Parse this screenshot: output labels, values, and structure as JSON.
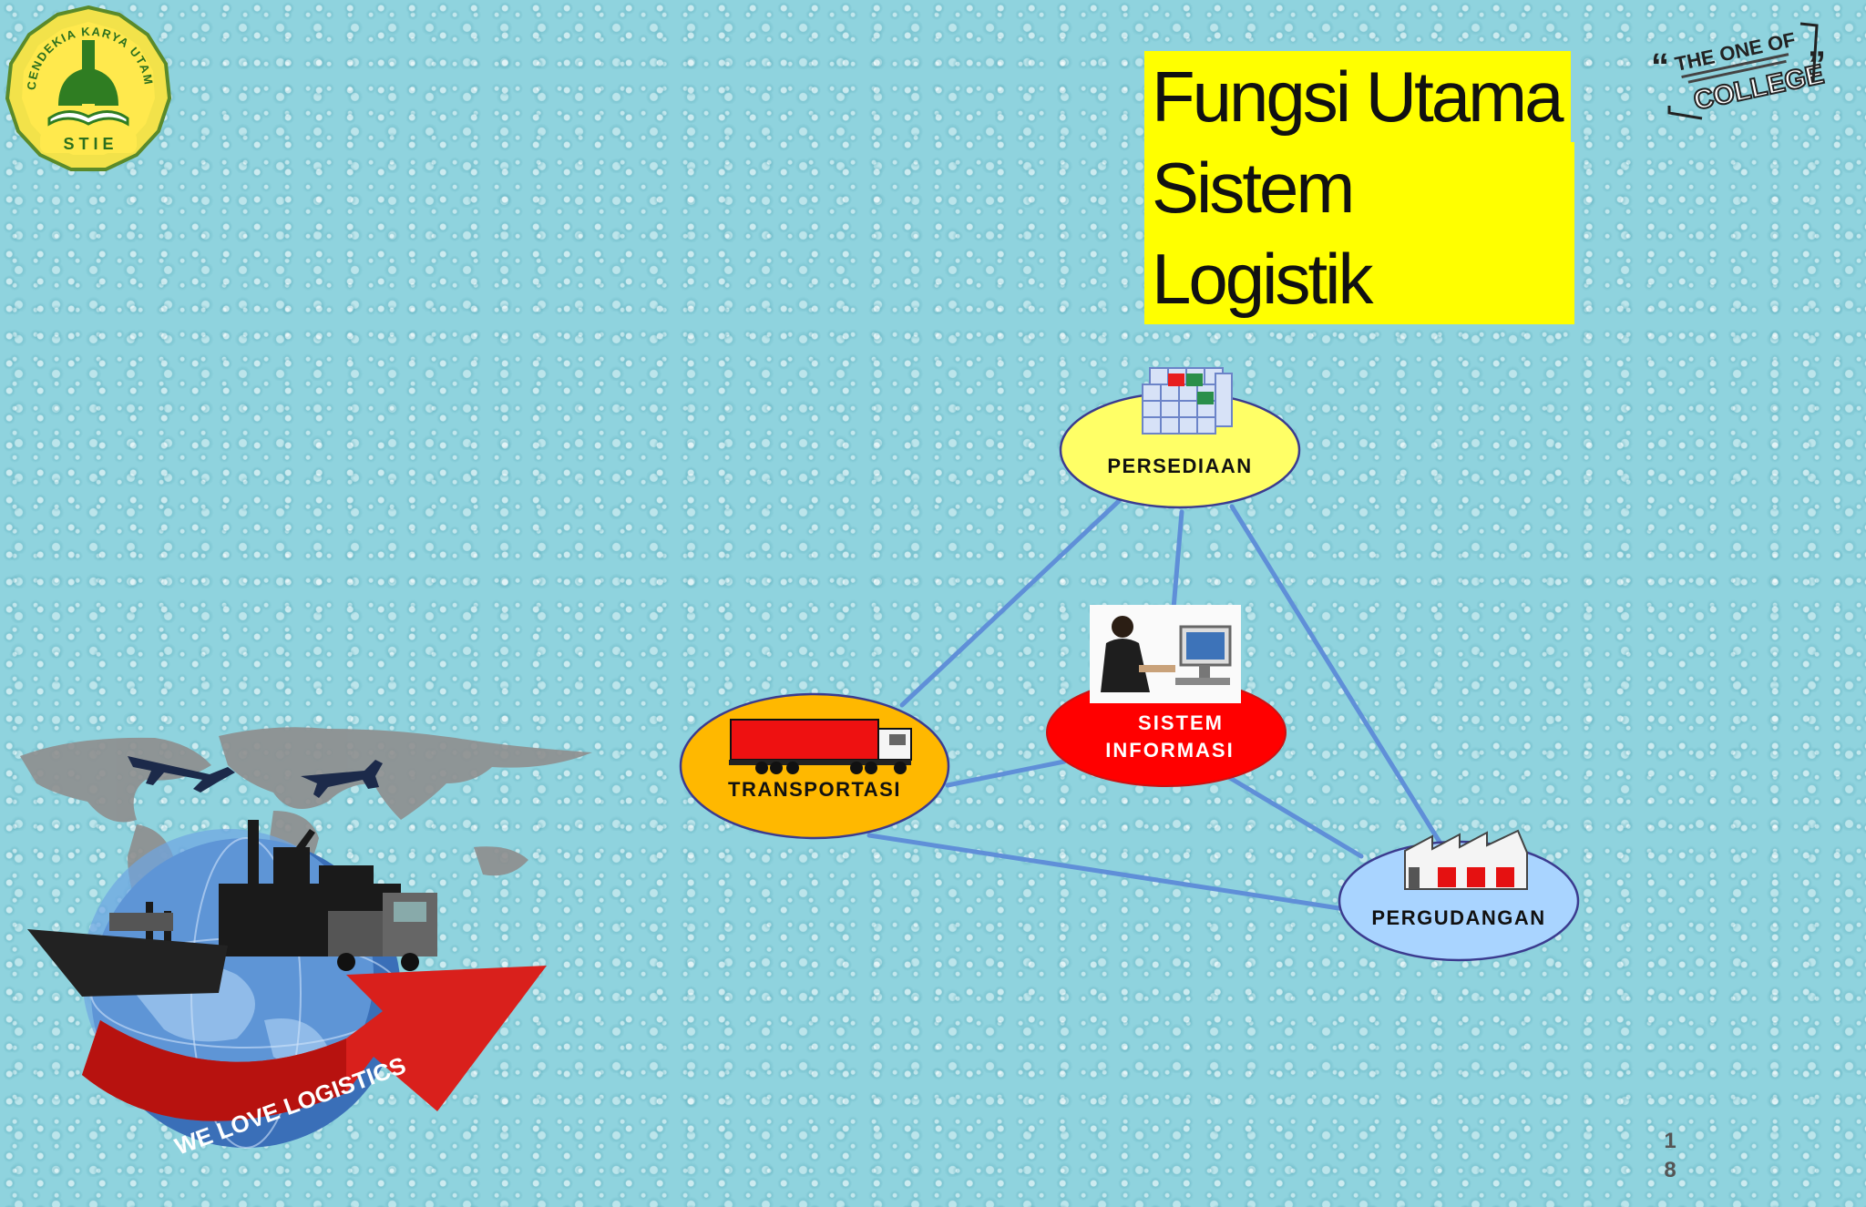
{
  "title": {
    "line1": "Fungsi Utama",
    "line2": "Sistem Logistik"
  },
  "logo_left": {
    "arc_text": "CENDEKIA KARYA UTAMA",
    "bottom_text": "S T I E"
  },
  "logo_right": {
    "line1": "THE ONE OF",
    "line2": "COLLEGE"
  },
  "nodes": {
    "persediaan": "PERSEDIAAN",
    "sistem_informasi_line1": "SISTEM",
    "sistem_informasi_line2": "INFORMASI",
    "transportasi": "TRANSPORTASI",
    "pergudangan": "PERGUDANGAN"
  },
  "banner": {
    "text": "WE LOVE LOGISTICS"
  },
  "page_number": {
    "digit1": "1",
    "digit2": "8"
  },
  "colors": {
    "title_bg": "#ffff00",
    "persediaan": "#ffff66",
    "sistem_informasi": "#ff0000",
    "transportasi": "#ffb800",
    "pergudangan": "#a9d4ff",
    "connector": "#5f8fd8"
  }
}
